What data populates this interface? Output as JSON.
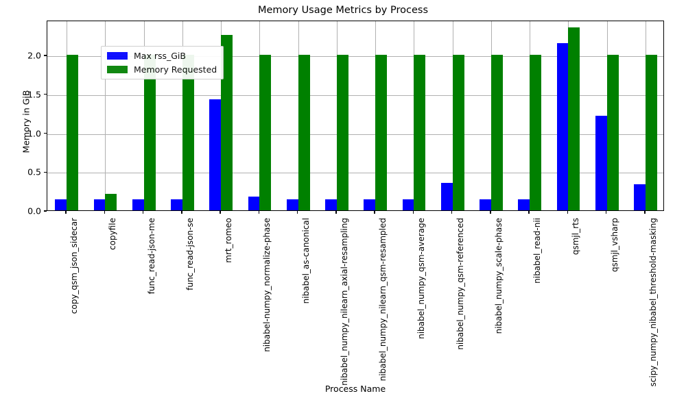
{
  "chart_data": {
    "type": "bar",
    "title": "Memory Usage Metrics by Process",
    "xlabel": "Process Name",
    "ylabel": "Memory in GiB",
    "ylim": [
      0.0,
      2.45
    ],
    "yticks": [
      "0.0",
      "0.5",
      "1.0",
      "1.5",
      "2.0"
    ],
    "ytick_values": [
      0.0,
      0.5,
      1.0,
      1.5,
      2.0
    ],
    "grid": true,
    "legend_position": "upper left",
    "categories": [
      "copy_qsm_json_sidecar",
      "copyfile",
      "func_read-json-me",
      "func_read-json-se",
      "mrt_romeo",
      "nibabel-numpy_normalize-phase",
      "nibabel_as-canonical",
      "nibabel_numpy_nilearn_axial-resampling",
      "nibabel_numpy_nilearn_qsm-resampled",
      "nibabel_numpy_qsm-average",
      "nibabel_numpy_qsm-referenced",
      "nibabel_numpy_scale-phase",
      "nibabel_read-nii",
      "qsmjl_rts",
      "qsmjl_vsharp",
      "scipy_numpy_nibabel_threshold-masking"
    ],
    "series": [
      {
        "name": "Max rss_GiB",
        "color": "#0000ff",
        "values": [
          0.145,
          0.145,
          0.145,
          0.145,
          1.43,
          0.175,
          0.145,
          0.145,
          0.145,
          0.145,
          0.35,
          0.145,
          0.145,
          2.15,
          1.22,
          0.335
        ]
      },
      {
        "name": "Memory Requested",
        "color": "#008000",
        "values": [
          2.0,
          0.21,
          2.0,
          2.0,
          2.26,
          2.0,
          2.0,
          2.0,
          2.0,
          2.0,
          2.0,
          2.0,
          2.0,
          2.35,
          2.0,
          2.0
        ]
      }
    ]
  }
}
